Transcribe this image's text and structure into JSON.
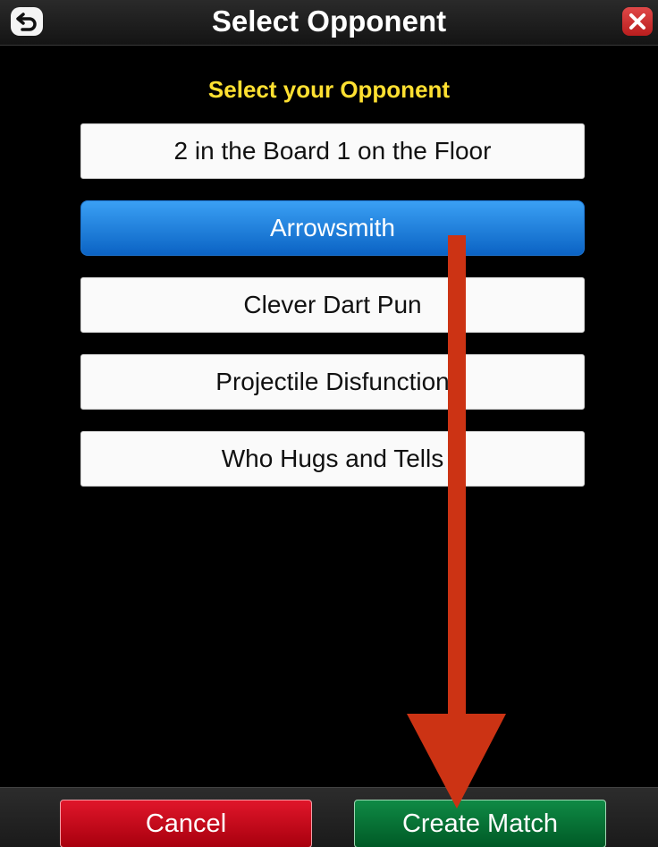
{
  "header": {
    "title": "Select Opponent",
    "back_icon": "back-arrow-icon",
    "close_icon": "close-icon"
  },
  "main": {
    "prompt": "Select your Opponent",
    "opponents": [
      {
        "label": "2 in the Board 1 on the Floor",
        "selected": false
      },
      {
        "label": "Arrowsmith",
        "selected": true
      },
      {
        "label": "Clever Dart Pun",
        "selected": false
      },
      {
        "label": "Projectile Disfunction",
        "selected": false
      },
      {
        "label": "Who Hugs and Tells",
        "selected": false
      }
    ]
  },
  "footer": {
    "cancel_label": "Cancel",
    "create_label": "Create Match"
  },
  "colors": {
    "prompt": "#ffe031",
    "selected": "#1a7fe0",
    "cancel": "#c8001a",
    "create": "#0a6b35",
    "annotation_arrow": "#cc3314"
  }
}
